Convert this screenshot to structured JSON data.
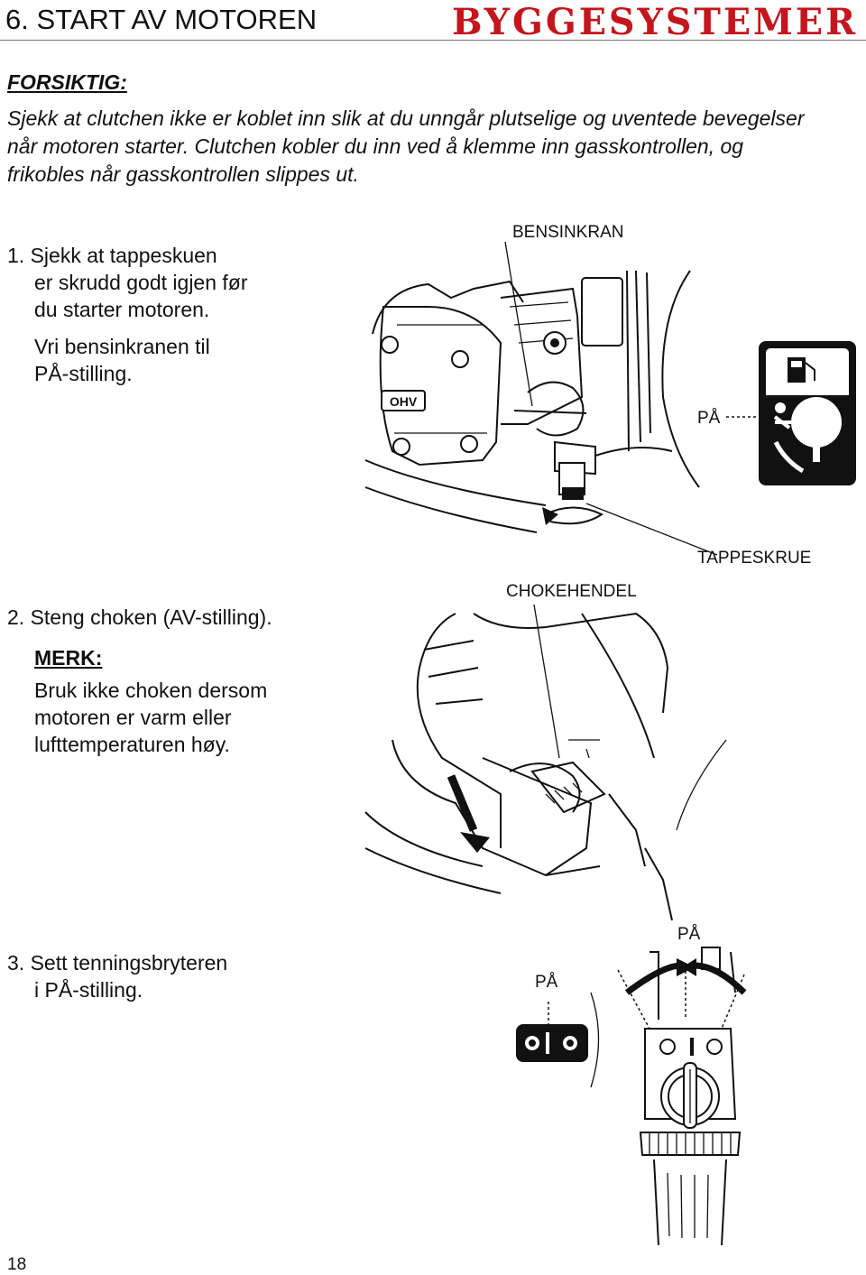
{
  "header": {
    "section_title": "6. START AV MOTOREN",
    "brand_logo": "BYGGESYSTEMER"
  },
  "caution": {
    "heading": "FORSIKTIG:",
    "body": "Sjekk at clutchen ikke er koblet inn slik at du unngår plutselige og uventede bevegelser når motoren starter. Clutchen kobler du inn ved å klemme inn gasskontrollen, og frikobles når gasskontrollen slippes ut."
  },
  "step1": {
    "lines": [
      "1. Sjekk at tappeskuen",
      "er skrudd godt igjen før",
      "du starter motoren."
    ],
    "sub_lines": [
      "Vri bensinkranen til",
      "PÅ-stilling."
    ],
    "labels": {
      "fuel_valve": "BENSINKRAN",
      "on": "PÅ",
      "drain_screw": "TAPPESKRUE"
    },
    "engine_badge": "OHV"
  },
  "step2": {
    "line": "2. Steng choken (AV-stilling).",
    "note_heading": "MERK:",
    "note_lines": [
      "Bruk ikke choken dersom",
      "motoren er varm eller",
      "lufttemperaturen høy."
    ],
    "labels": {
      "choke_lever": "CHOKEHENDEL"
    }
  },
  "step3": {
    "lines": [
      "3. Sett tenningsbryteren",
      "i PÅ-stilling."
    ],
    "labels": {
      "on_left": "PÅ",
      "on_top": "PÅ"
    },
    "switch_symbol": "O I"
  },
  "footer": {
    "page_number": "18"
  }
}
